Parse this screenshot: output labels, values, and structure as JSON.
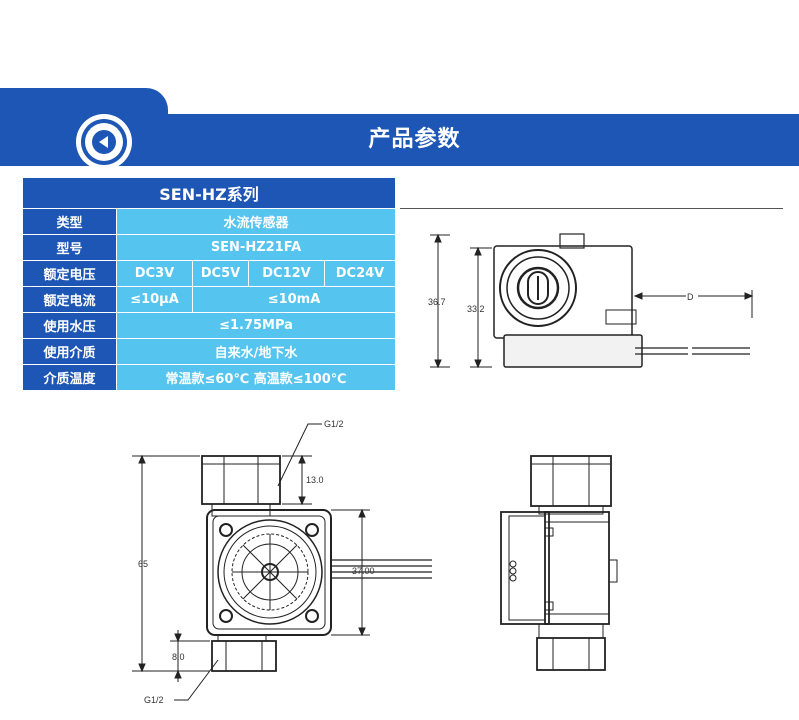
{
  "header": {
    "title": "产品参数"
  },
  "spec_table": {
    "caption": "SEN-HZ系列",
    "rows": [
      {
        "label": "类型",
        "value": "水流传感器"
      },
      {
        "label": "型号",
        "value": "SEN-HZ21FA"
      },
      {
        "label": "额定电压",
        "values": [
          "DC3V",
          "DC5V",
          "DC12V",
          "DC24V"
        ]
      },
      {
        "label": "额定电流",
        "values": [
          "≤10μA",
          "≤10mA"
        ]
      },
      {
        "label": "使用水压",
        "value": "≤1.75MPa"
      },
      {
        "label": "使用介质",
        "value": "自来水/地下水"
      },
      {
        "label": "介质温度",
        "value": "常温款≤60℃ 高温款≤100℃"
      }
    ]
  },
  "drawing": {
    "top_view": {
      "dim_overall": "36.7",
      "dim_body": "33.2",
      "dim_cable": "D"
    },
    "front_view": {
      "thread_top": "G1/2",
      "dim_nut": "13.0",
      "dim_height": "65",
      "dim_width": "37.00",
      "dim_bottom": "8.0",
      "thread_bottom": "G1/2"
    }
  },
  "colors": {
    "primary": "#1d56b4",
    "cell": "#55c4ee"
  }
}
